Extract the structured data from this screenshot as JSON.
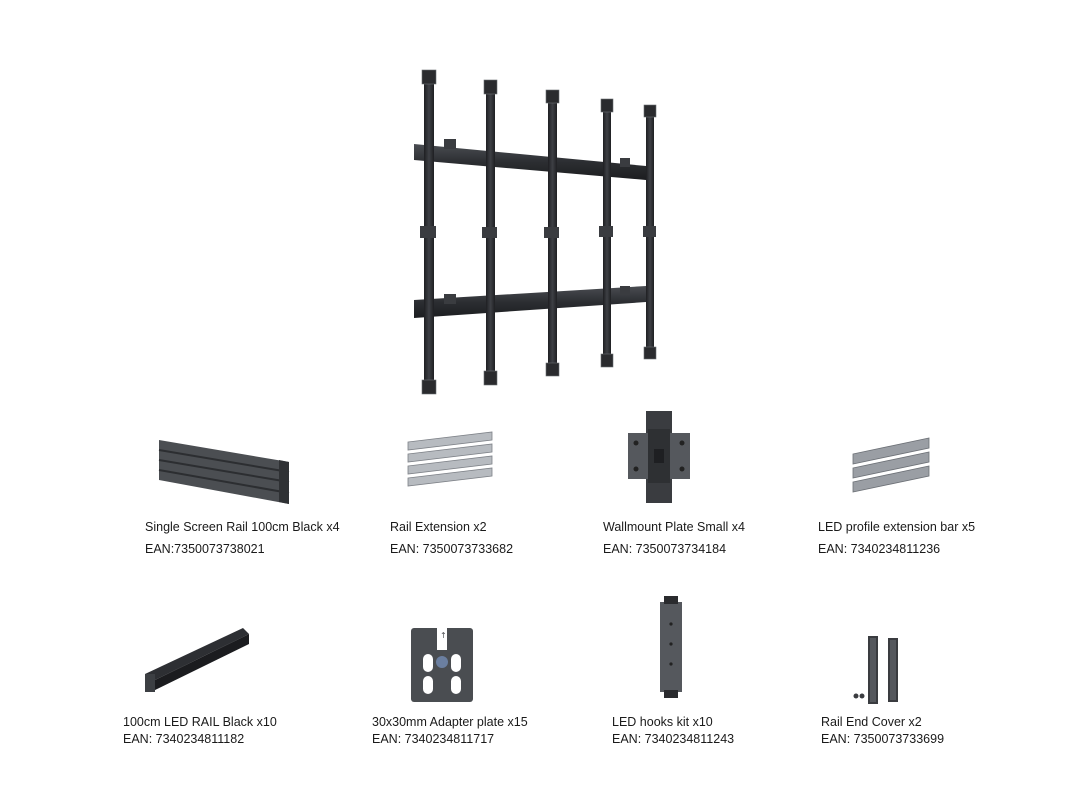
{
  "items": [
    {
      "name": "Single Screen Rail 100cm Black x4",
      "ean": "EAN:7350073738021"
    },
    {
      "name": "Rail Extension x2",
      "ean": "EAN: 7350073733682"
    },
    {
      "name": "Wallmount Plate Small x4",
      "ean": "EAN: 7350073734184"
    },
    {
      "name": "LED profile extension bar x5",
      "ean": "EAN: 7340234811236"
    },
    {
      "name": "100cm LED RAIL  Black x10",
      "ean": "EAN: 7340234811182"
    },
    {
      "name": "30x30mm Adapter plate x15",
      "ean": "EAN: 7340234811717"
    },
    {
      "name": "LED hooks kit x10",
      "ean": "EAN: 7340234811243"
    },
    {
      "name": "Rail End Cover x2",
      "ean": "EAN: 7350073733699"
    }
  ]
}
